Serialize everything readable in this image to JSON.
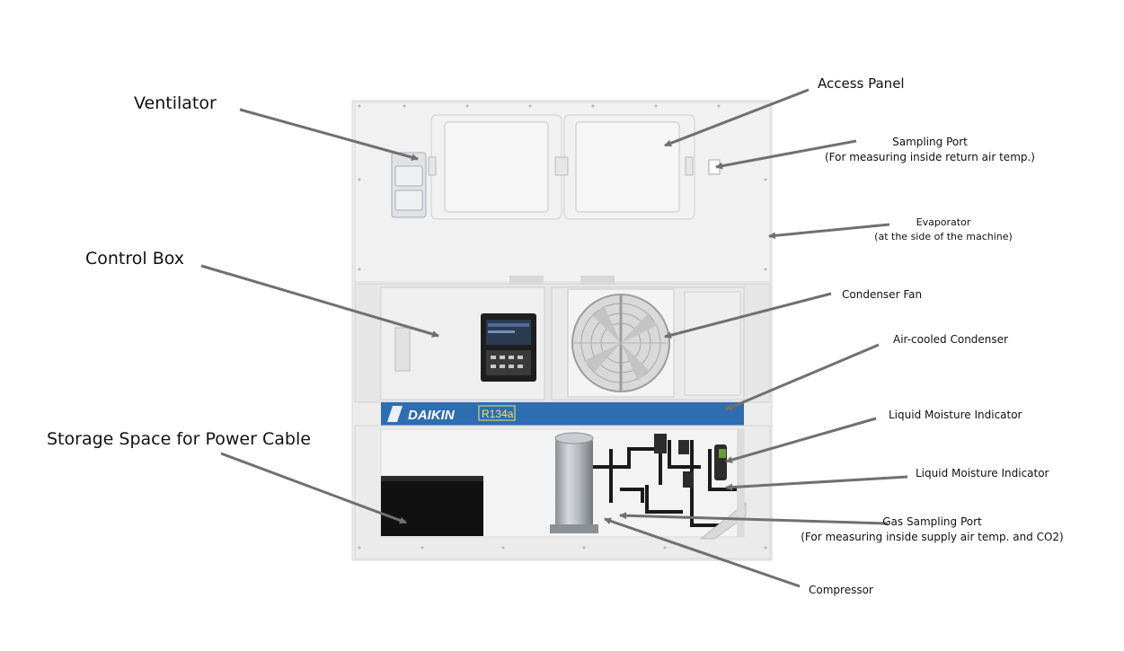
{
  "labels": {
    "ventilator": "Ventilator",
    "access_panel": "Access Panel",
    "sampling_port": "Sampling Port",
    "sampling_port_note": "(For measuring inside return air temp.)",
    "evaporator": "Evaporator",
    "evaporator_note": "(at the side of the machine)",
    "control_box": "Control Box",
    "condenser_fan": "Condenser Fan",
    "air_cooled_condenser": "Air-cooled Condenser",
    "liquid_moisture_indicator_1": "Liquid Moisture Indicator",
    "liquid_moisture_indicator_2": "Liquid Moisture Indicator",
    "storage_space": "Storage Space for Power Cable",
    "gas_sampling_port": "Gas Sampling Port",
    "gas_sampling_port_note": "(For measuring inside supply air temp. and CO2)",
    "compressor": "Compressor"
  },
  "machine": {
    "brand": "DAIKIN",
    "refrigerant": "R134a"
  },
  "colors": {
    "panel": "#ededed",
    "band": "#2f6db3",
    "leader": "#707070",
    "tag": "#f2e45a"
  }
}
